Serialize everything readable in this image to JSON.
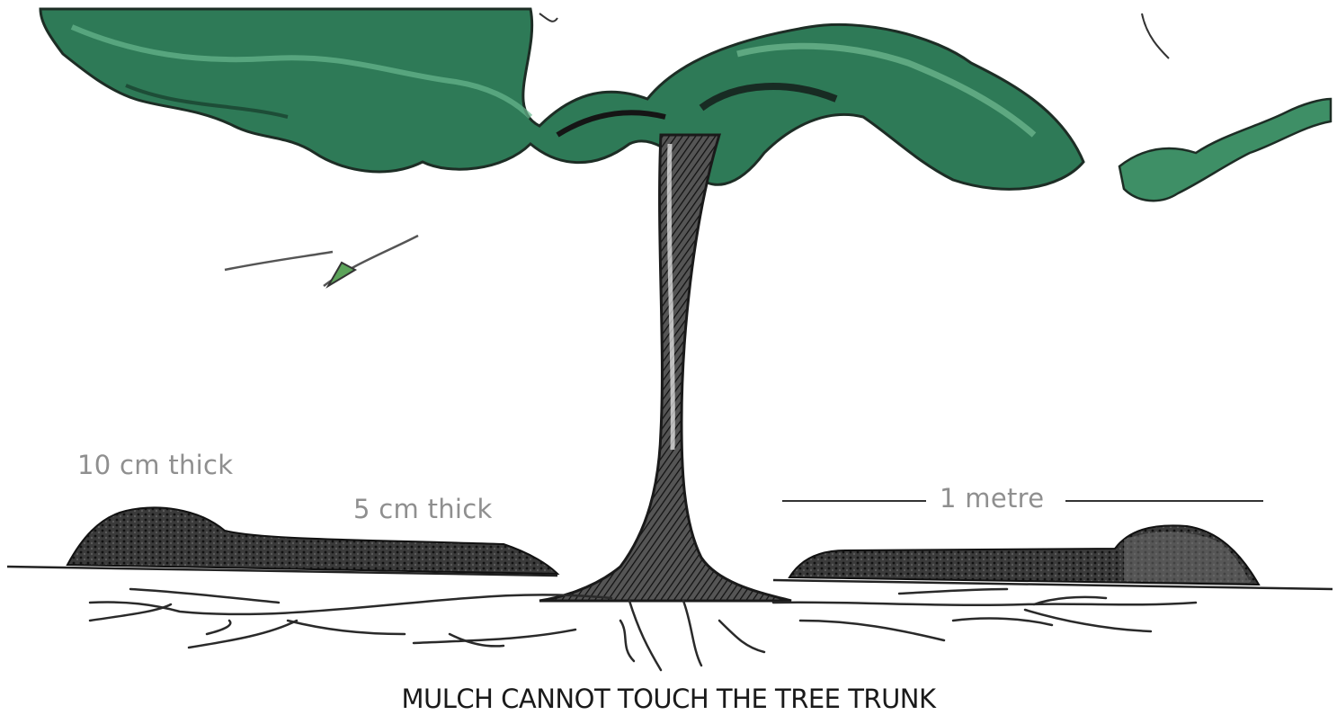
{
  "labels": {
    "thick_10": "10 cm thick",
    "thick_5": "5 cm thick",
    "distance": "1 metre"
  },
  "caption": "MULCH CANNOT TOUCH THE TREE TRUNK",
  "colors": {
    "foliage_dark": "#1f6b4a",
    "foliage_light": "#4fa27a",
    "mulch": "#2a2a2a",
    "trunk": "#3a3a3a",
    "label_text": "#8f8f8f"
  }
}
